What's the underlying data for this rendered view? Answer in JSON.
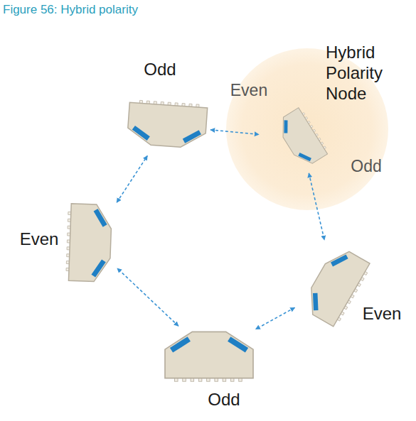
{
  "diagram": {
    "title": "Figure 56: Hybrid polarity",
    "nodes": [
      {
        "text": [
          "Odd"
        ]
      },
      {
        "text": [
          "Even",
          "Hybrid Polarity Node",
          "Odd"
        ]
      },
      {
        "text": [
          "Even"
        ]
      },
      {
        "text": [
          "Even"
        ]
      },
      {
        "text": [
          "Odd"
        ]
      }
    ],
    "edges": [
      {
        "from": 0,
        "to": 1,
        "arrow": "both"
      },
      {
        "from": 1,
        "to": 3,
        "arrow": "both"
      },
      {
        "from": 3,
        "to": 4,
        "arrow": "both"
      },
      {
        "from": 4,
        "to": 2,
        "arrow": "both"
      },
      {
        "from": 2,
        "to": 0,
        "arrow": "both"
      }
    ]
  }
}
